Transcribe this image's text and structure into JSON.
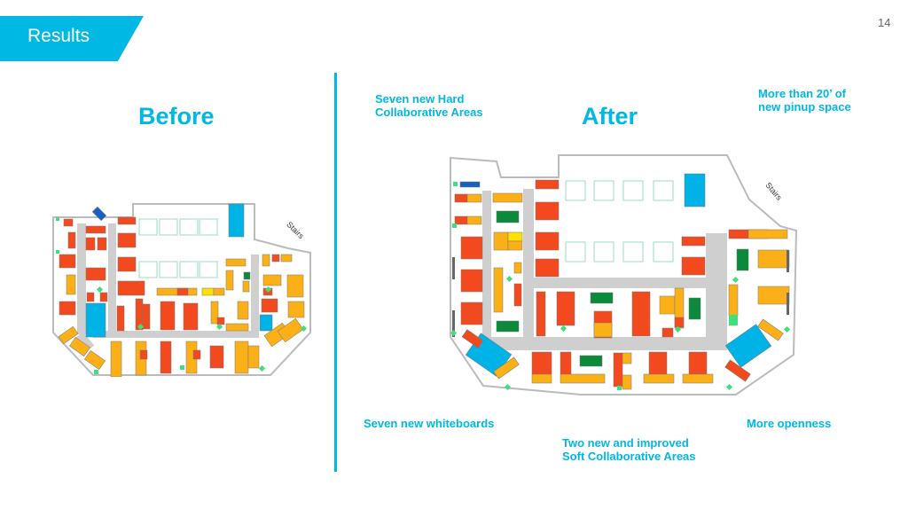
{
  "header": {
    "title": "Results",
    "page_number": "14"
  },
  "before": {
    "title": "Before",
    "stairs_label": "Stairs"
  },
  "after": {
    "title": "After",
    "stairs_label": "Stairs",
    "callouts": {
      "hard_collab": [
        "Seven new Hard",
        "Collaborative Areas"
      ],
      "pinup": [
        "More than 20’ of",
        "new pinup space"
      ],
      "whiteboards": "Seven new whiteboards",
      "openness": "More openness",
      "soft_collab": [
        "Two new and improved",
        "Soft Collaborative Areas"
      ]
    }
  },
  "colors": {
    "accent": "#00b8e4",
    "red": "#f24a1e",
    "orange": "#fbb017",
    "green": "#0a8a3a",
    "blue": "#00b3e6",
    "corridor": "#cfcfcf"
  }
}
